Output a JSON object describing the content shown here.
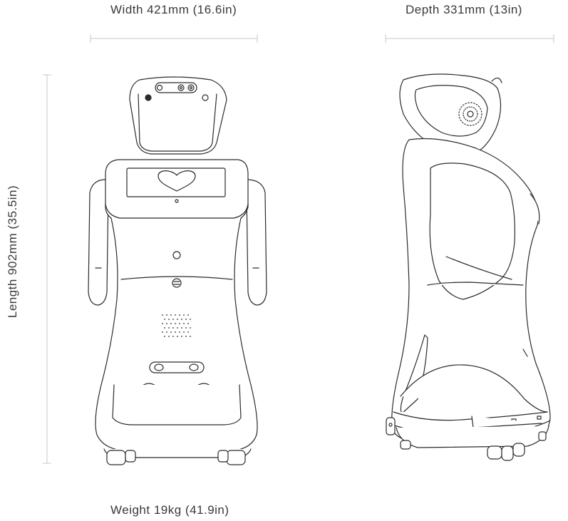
{
  "dimensions": {
    "width": "Width  421mm (16.6in)",
    "depth": "Depth  331mm (13in)",
    "length": "Length  902mm (35.5in)",
    "weight": "Weight  19kg (41.9in)"
  },
  "colors": {
    "line": "#2b2b2b",
    "guide": "#c8c8c8",
    "text": "#3a3a3a"
  }
}
